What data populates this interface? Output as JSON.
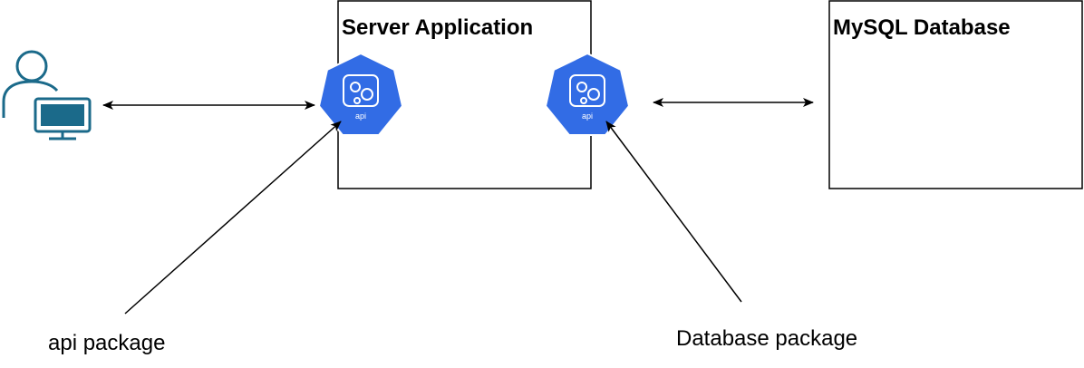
{
  "boxes": {
    "server": {
      "title": "Server Application"
    },
    "database": {
      "title": "MySQL Database"
    }
  },
  "components": {
    "api_left": {
      "badge": "api"
    },
    "api_right": {
      "badge": "api"
    }
  },
  "annotations": {
    "api_package": "api package",
    "database_package": "Database package"
  },
  "icons": {
    "user": "user-computer-icon",
    "api": "kubernetes-api-icon"
  },
  "colors": {
    "k8s_blue": "#326CE5",
    "user_icon": "#1B6A8A",
    "stroke": "#000000"
  }
}
